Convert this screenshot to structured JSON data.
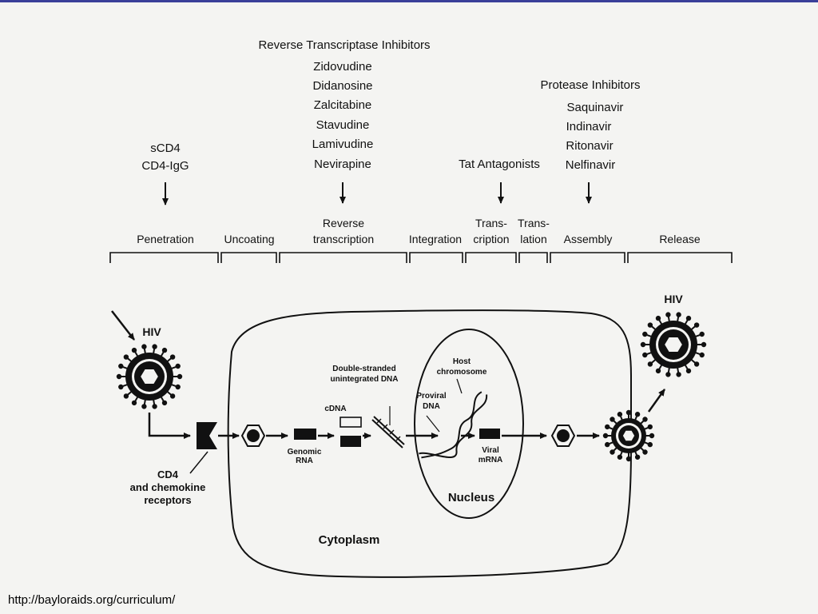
{
  "drug_groups": {
    "entry": {
      "lines": [
        "sCD4",
        "CD4-IgG"
      ]
    },
    "rti": {
      "title": "Reverse Transcriptase Inhibitors",
      "drugs": [
        "Zidovudine",
        "Didanosine",
        "Zalcitabine",
        "Stavudine",
        "Lamivudine",
        "Nevirapine"
      ]
    },
    "tat": {
      "title": "Tat Antagonists"
    },
    "protease": {
      "title": "Protease Inhibitors",
      "drugs": [
        "Saquinavir",
        "Indinavir",
        "Ritonavir",
        "Nelfinavir"
      ]
    }
  },
  "stages": {
    "penetration": "Penetration",
    "uncoating": "Uncoating",
    "rt_1": "Reverse",
    "rt_2": "transcription",
    "integration": "Integration",
    "transcription_1": "Trans-",
    "transcription_2": "cription",
    "translation_1": "Trans-",
    "translation_2": "lation",
    "assembly": "Assembly",
    "release": "Release"
  },
  "labels": {
    "hiv_in": "HIV",
    "hiv_out": "HIV",
    "receptor_1": "CD4",
    "receptor_2": "and chemokine",
    "receptor_3": "receptors",
    "genomic_1": "Genomic",
    "genomic_2": "RNA",
    "cdna": "cDNA",
    "dsdna_1": "Double-stranded",
    "dsdna_2": "unintegrated DNA",
    "host_1": "Host",
    "host_2": "chromosome",
    "proviral_1": "Proviral",
    "proviral_2": "DNA",
    "viral_1": "Viral",
    "viral_2": "mRNA",
    "nucleus": "Nucleus",
    "cytoplasm": "Cytoplasm"
  },
  "footer": "http://bayloraids.org/curriculum/"
}
